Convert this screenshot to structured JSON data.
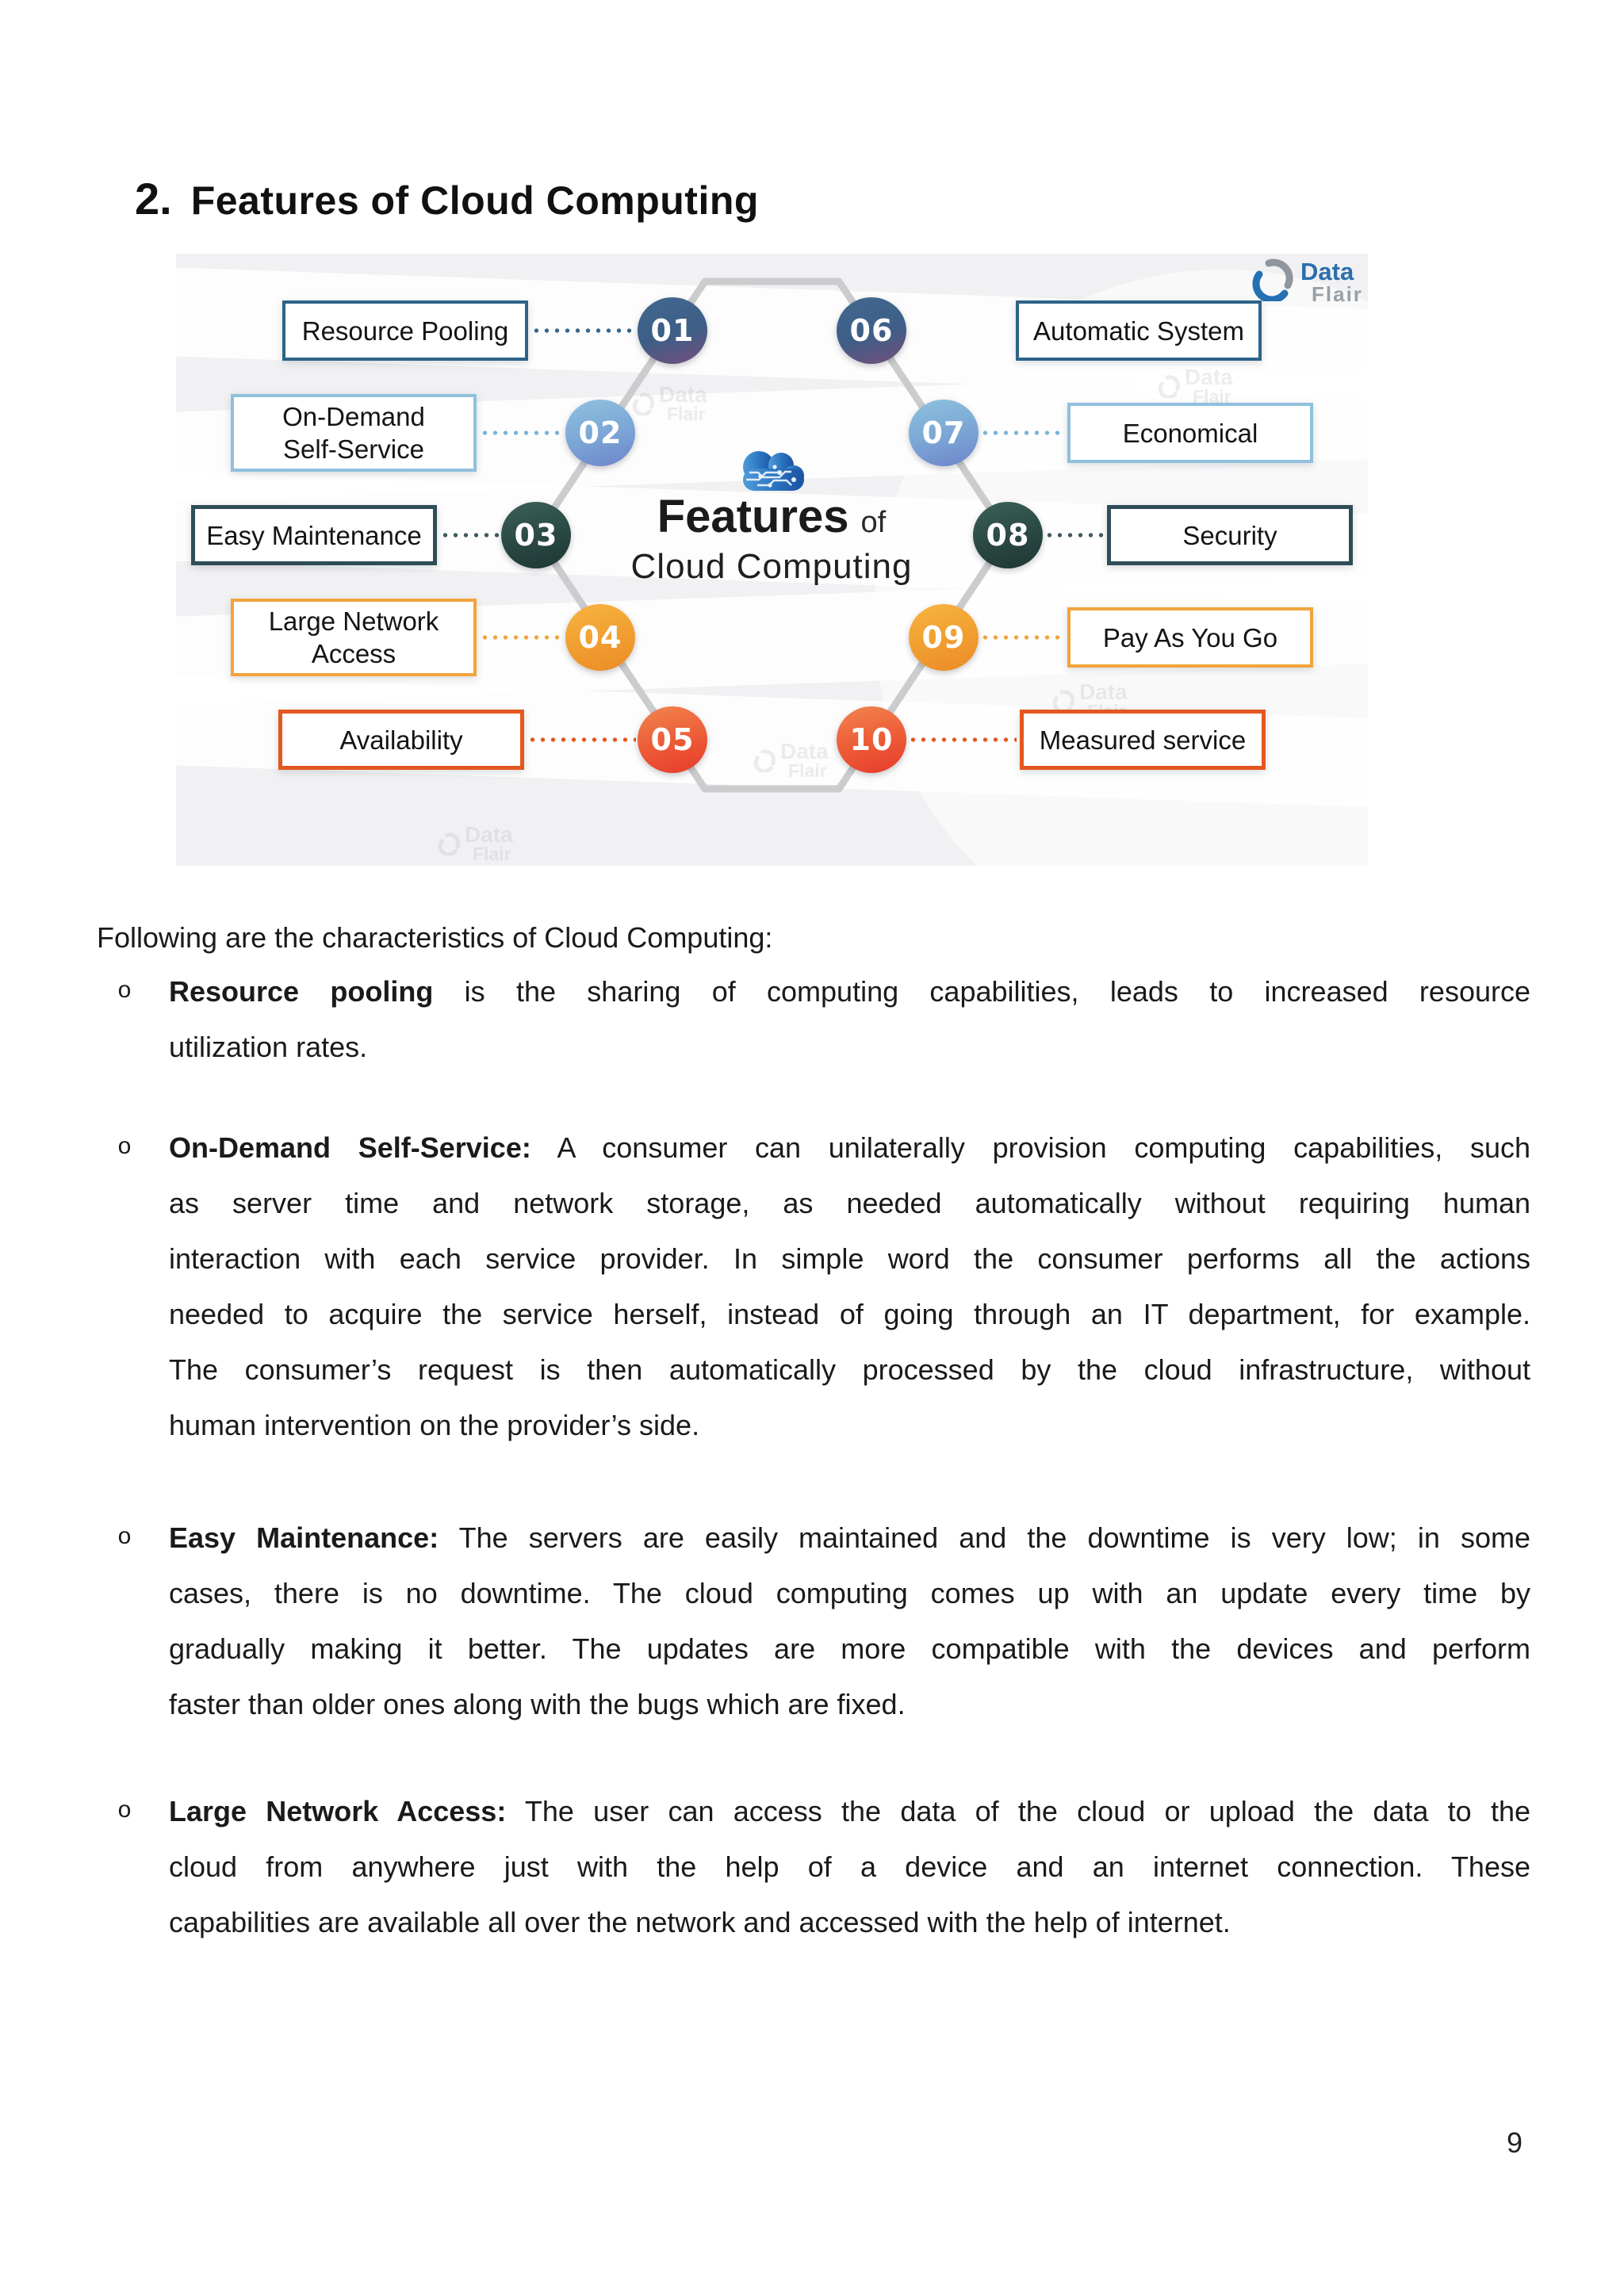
{
  "heading": {
    "number": "2.",
    "title": "Features of Cloud Computing"
  },
  "diagram": {
    "brand": {
      "name_top": "Data",
      "name_bottom": "Flair"
    },
    "center": {
      "title": "Features",
      "title_suffix": "of",
      "subtitle": "Cloud Computing"
    },
    "icons": {
      "cloud": "cloud-circuit-icon",
      "logo": "dataflair-swirl-icon"
    },
    "features": [
      {
        "num": "01",
        "label_lines": [
          "Resource Pooling"
        ],
        "side": "left",
        "row": 0,
        "dots": true
      },
      {
        "num": "02",
        "label_lines": [
          "On-Demand",
          "Self-Service"
        ],
        "side": "left",
        "row": 1,
        "dots": true
      },
      {
        "num": "03",
        "label_lines": [
          "Easy Maintenance"
        ],
        "side": "left",
        "row": 2,
        "dots": true
      },
      {
        "num": "04",
        "label_lines": [
          "Large Network",
          "Access"
        ],
        "side": "left",
        "row": 3,
        "dots": true
      },
      {
        "num": "05",
        "label_lines": [
          "Availability"
        ],
        "side": "left",
        "row": 4,
        "dots": true
      },
      {
        "num": "06",
        "label_lines": [
          "Automatic System"
        ],
        "side": "right",
        "row": 0,
        "dots": false
      },
      {
        "num": "07",
        "label_lines": [
          "Economical"
        ],
        "side": "right",
        "row": 1,
        "dots": true
      },
      {
        "num": "08",
        "label_lines": [
          "Security"
        ],
        "side": "right",
        "row": 2,
        "dots": true
      },
      {
        "num": "09",
        "label_lines": [
          "Pay As You Go"
        ],
        "side": "right",
        "row": 3,
        "dots": true
      },
      {
        "num": "10",
        "label_lines": [
          "Measured service"
        ],
        "side": "right",
        "row": 4,
        "dots": true
      }
    ],
    "row_styles": [
      {
        "border": "#2d6388",
        "dot": "#36648c",
        "circle": [
          "#41688f",
          "#3e5e86",
          "#73507c"
        ],
        "border_width": 4
      },
      {
        "border": "#90c0dc",
        "dot": "#79b5d8",
        "circle": [
          "#8ec2df",
          "#7ba5d5",
          "#6d84ca"
        ],
        "border_width": 4
      },
      {
        "border": "#2e4d57",
        "dot": "#3f5a60",
        "circle": [
          "#3b6158",
          "#2a4843",
          "#1e3633"
        ],
        "border_width": 5
      },
      {
        "border": "#f1a43c",
        "dot": "#f1a43c",
        "circle": [
          "#f7b43f",
          "#f09e30",
          "#ec8b26"
        ],
        "border_width": 4
      },
      {
        "border": "#e4571f",
        "dot": "#e4571f",
        "circle": [
          "#f2854f",
          "#ec5a36",
          "#e73b2c"
        ],
        "border_width": 5
      }
    ],
    "background": "#f1f1f3",
    "hexagon_stroke": "#cbcccd"
  },
  "body": {
    "intro": "Following are the characteristics of Cloud Computing:",
    "bullets": [
      {
        "marker": "o",
        "lines": [
          {
            "b": "Resource pooling",
            "t": " is the sharing of computing capabilities, leads to increased resource",
            "justify": true
          },
          {
            "t": "utilization rates.",
            "justify": false
          }
        ]
      },
      {
        "marker": "o",
        "lines": [
          {
            "b": "On-Demand Self-Service:",
            "t": " A consumer can unilaterally provision computing capabilities, such",
            "justify": true
          },
          {
            "t": "as server time and network storage, as needed automatically without requiring human",
            "justify": true
          },
          {
            "t": "interaction with each service provider. In simple word the consumer performs all the actions",
            "justify": true
          },
          {
            "t": "needed to acquire the service herself, instead of going through an IT department, for example.",
            "justify": true
          },
          {
            "t": "The consumer’s request is then automatically processed by the cloud infrastructure, without",
            "justify": true
          },
          {
            "t": "human intervention on the provider’s side.",
            "justify": false
          }
        ]
      },
      {
        "marker": "o",
        "lines": [
          {
            "b": "Easy Maintenance:",
            "t": " The servers are easily maintained and the downtime is very low; in some",
            "justify": true
          },
          {
            "t": "cases, there is no downtime. The cloud computing comes up with an update every time by",
            "justify": true
          },
          {
            "t": "gradually making it better. The updates are more compatible with the devices and perform",
            "justify": true
          },
          {
            "t": "faster than older ones along with the bugs which are fixed.",
            "justify": false
          }
        ]
      },
      {
        "marker": "o",
        "lines": [
          {
            "b": "Large Network Access:",
            "t": " The user can access the data of the cloud or upload the data to the",
            "justify": true
          },
          {
            "t": "cloud from anywhere just with the help of a device and an internet connection. These",
            "justify": true
          },
          {
            "t": "capabilities are available all over the network and accessed with the help of internet.",
            "justify": false
          }
        ]
      }
    ]
  },
  "footer": {
    "page_number": "9"
  }
}
